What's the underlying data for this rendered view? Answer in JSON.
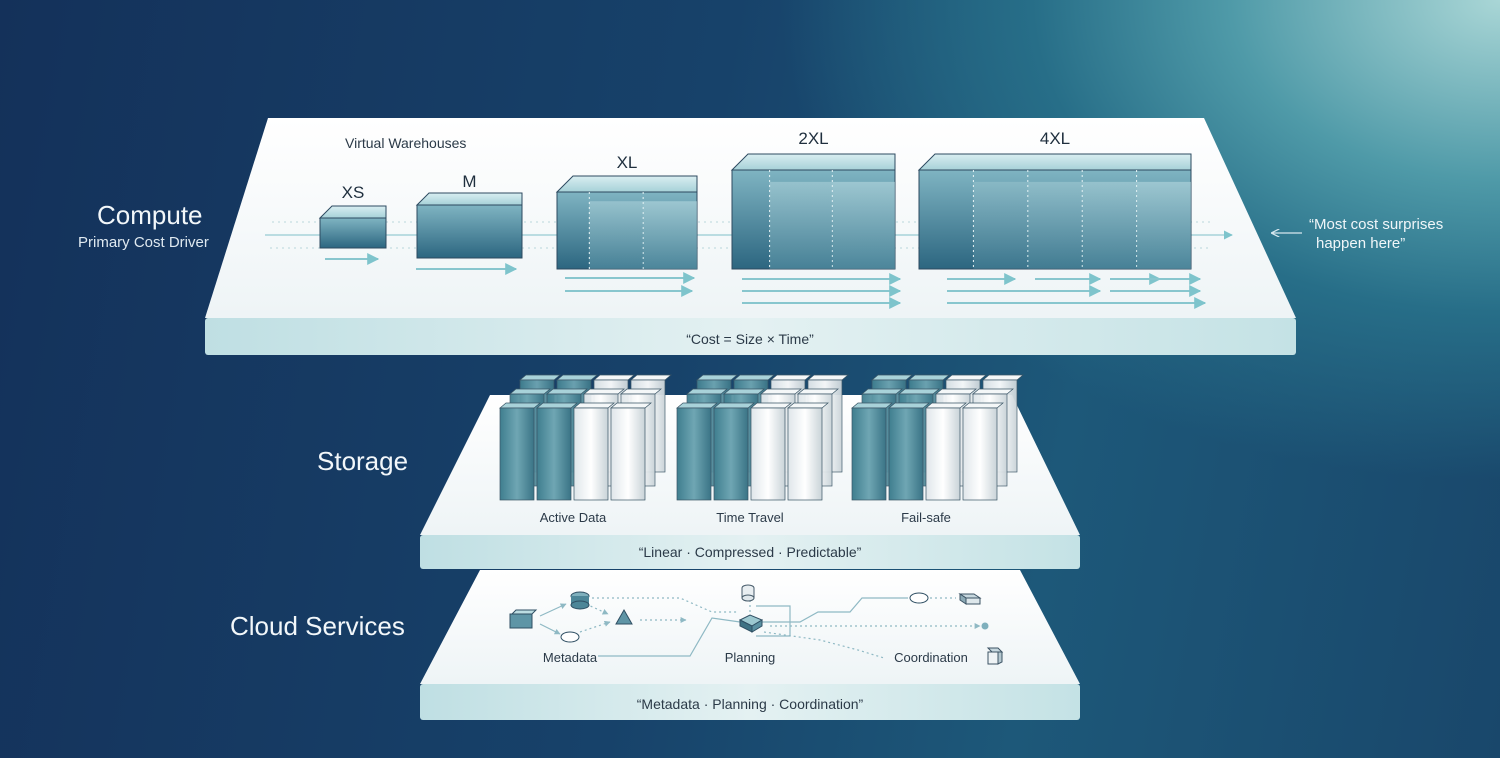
{
  "layers": {
    "compute": {
      "title": "Compute",
      "subtitle": "Primary Cost Driver",
      "panel_heading": "Virtual Warehouses",
      "caption": "“Cost = Size × Time”",
      "warehouses": [
        {
          "label": "XS"
        },
        {
          "label": "M"
        },
        {
          "label": "XL"
        },
        {
          "label": "2XL"
        },
        {
          "label": "4XL"
        }
      ]
    },
    "storage": {
      "title": "Storage",
      "groups": [
        {
          "label": "Active Data"
        },
        {
          "label": "Time Travel"
        },
        {
          "label": "Fail-safe"
        }
      ],
      "caption": "“Linear · Compressed · Predictable”"
    },
    "cloud_services": {
      "title": "Cloud Services",
      "nodes": [
        {
          "label": "Metadata"
        },
        {
          "label": "Planning"
        },
        {
          "label": "Coordination"
        }
      ],
      "caption": "“Metadata · Planning · Coordination”"
    }
  },
  "annotation": {
    "line1": "“Most cost surprises",
    "line2": "happen here”"
  },
  "colors": {
    "teal_dark": "#2f6f84",
    "teal_light": "#9fd0d6",
    "panel": "#ffffff"
  }
}
